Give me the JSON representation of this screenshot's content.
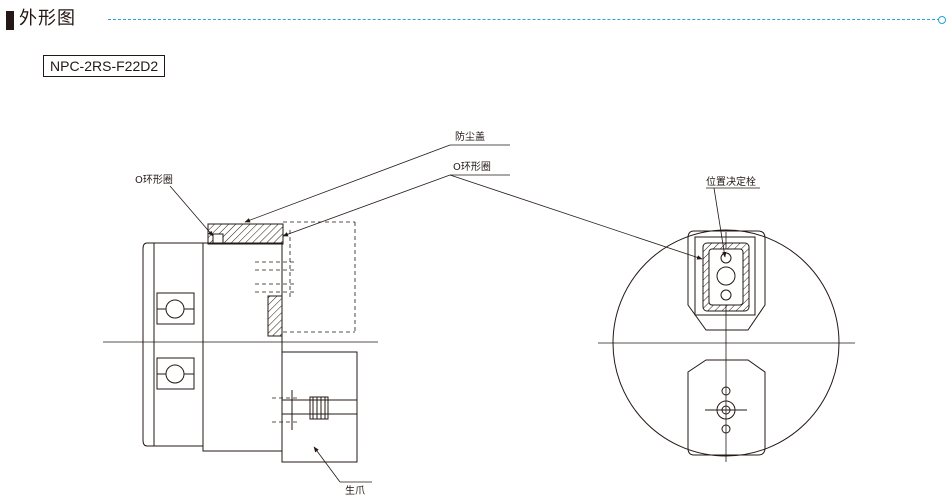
{
  "section": {
    "title": "外形图"
  },
  "model": {
    "code": "NPC-2RS-F22D2"
  },
  "callouts": {
    "dust_cover": "防尘盖",
    "o_ring_left": "O环形圈",
    "o_ring_right": "O环形圈",
    "positioning_pin": "位置决定栓",
    "jaw": "生爪"
  },
  "colors": {
    "accent_line": "#2aa3d6",
    "ink": "#231815",
    "hatch": "#231815"
  }
}
